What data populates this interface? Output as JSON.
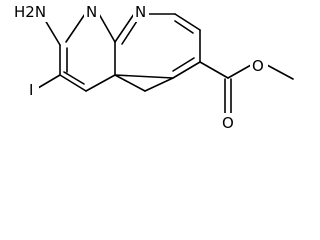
{
  "molecule": {
    "atoms": {
      "amine": "H2N",
      "ring_n1": "N",
      "ring_n8": "N",
      "iodine": "I",
      "carbonyl_o": "O",
      "ester_o": "O"
    }
  }
}
